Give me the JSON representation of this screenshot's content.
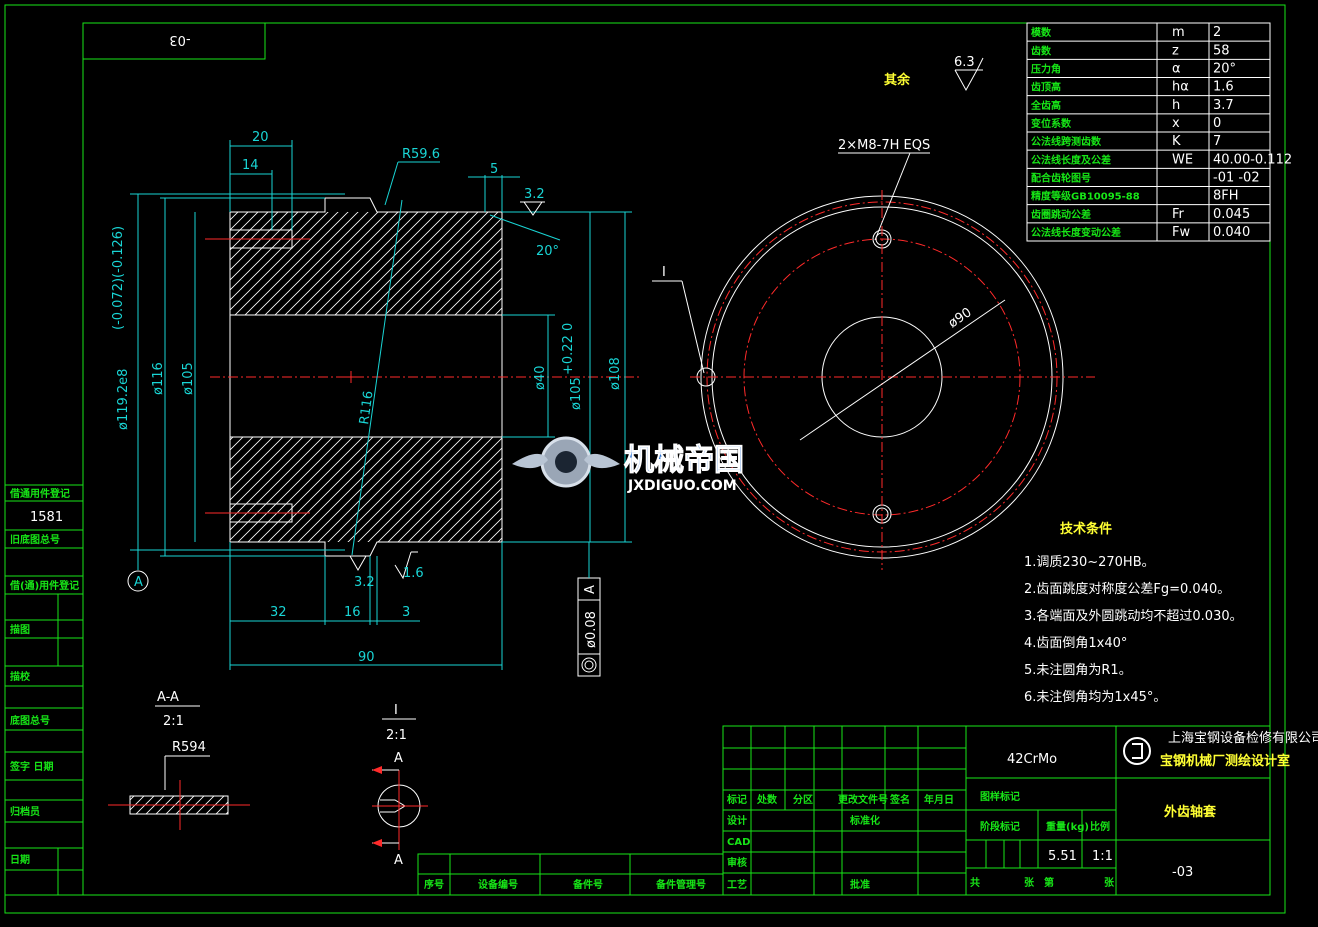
{
  "drawing_number": "-03",
  "material": "42CrMo",
  "part_name": "外齿轴套",
  "company": {
    "line1": "上海宝钢设备检修有限公司",
    "line2": "宝钢机械厂测绘设计室"
  },
  "roughness_note": {
    "label": "其余",
    "value": "6.3"
  },
  "gear_params": [
    {
      "name": "模数",
      "symbol": "m",
      "value": "2"
    },
    {
      "name": "齿数",
      "symbol": "z",
      "value": "58"
    },
    {
      "name": "压力角",
      "symbol": "α",
      "value": "20°"
    },
    {
      "name": "齿顶高",
      "symbol": "hα",
      "value": "1.6"
    },
    {
      "name": "全齿高",
      "symbol": "h",
      "value": "3.7"
    },
    {
      "name": "变位系数",
      "symbol": "x",
      "value": "0"
    },
    {
      "name": "公法线跨测齿数",
      "symbol": "K",
      "value": "7"
    },
    {
      "name": "公法线长度及公差",
      "symbol": "WE",
      "value": "40.00-0.112"
    },
    {
      "name": "配合齿轮图号",
      "symbol": "",
      "value": "-01 -02"
    },
    {
      "name": "精度等级GB10095-88",
      "symbol": "",
      "value": "8FH"
    },
    {
      "name": "齿圈跳动公差",
      "symbol": "Fr",
      "value": "0.045"
    },
    {
      "name": "公法线长度变动公差",
      "symbol": "Fw",
      "value": "0.040"
    }
  ],
  "tech_requirements": {
    "title": "技术条件",
    "items": [
      "1.调质230~270HB。",
      "2.齿面跳度对称度公差Fg=0.040。",
      "3.各端面及外圆跳动均不超过0.030。",
      "4.齿面倒角1x40°",
      "5.未注圆角为R1。",
      "6.未注倒角均为1x45°。"
    ]
  },
  "dimensions": {
    "d20": "20",
    "d14": "14",
    "r596": "R59.6",
    "d5": "5",
    "ra32a": "3.2",
    "ang20": "20°",
    "dia1192": "ø119.2e8",
    "tol1192": "(-0.072)(-0.126)",
    "dia116": "ø116",
    "dia105": "ø105",
    "r116": "R116",
    "dia40": "ø40",
    "dia105b": "ø105",
    "tol105b": "+0.22 0",
    "dia108": "ø108",
    "ra32b": "3.2",
    "ra16": "1.6",
    "d32": "32",
    "d16": "16",
    "d3": "3",
    "d90": "90",
    "tolerance": "ø0.08",
    "datum": "A",
    "datum_label": "A",
    "holes": "2×M8-7H EQS",
    "dia90": "ø90",
    "detail_mark": "I"
  },
  "section_aa": {
    "label": "A-A",
    "scale": "2:1",
    "radius": "R594"
  },
  "detail_i": {
    "label": "I",
    "scale": "2:1",
    "a_top": "A",
    "a_bottom": "A"
  },
  "left_strip": {
    "labels": [
      "借通用件登记",
      "旧底图总号",
      "底图总号",
      "签字",
      "日期"
    ],
    "value": "1581",
    "rows": [
      "旧底图总号",
      "借(通)用件登记",
      "描图",
      "描校",
      "底图总号",
      "签字 日期",
      "归档员",
      "日期"
    ]
  },
  "title_block": {
    "headers": [
      "标记",
      "处数",
      "分区",
      "更改文件号",
      "签名",
      "年月日"
    ],
    "rows": [
      "设计",
      "CAD",
      "审核",
      "工艺"
    ],
    "standardize": "标准化",
    "approve": "批准",
    "stage": "阶段标记",
    "weight_label": "重量(kg)",
    "scale_label": "比例",
    "weight": "5.51",
    "scale": "1:1",
    "sheet_total": "共",
    "sheet_word": "张",
    "sheet_no": "第",
    "sheet_word2": "张",
    "material_label": "图样标记"
  },
  "parts_list": {
    "headers": [
      "序号",
      "设备编号",
      "备件号",
      "备件管理号"
    ]
  },
  "watermark": {
    "cn": "机械帝国",
    "en": "JXDIGUO.COM"
  }
}
